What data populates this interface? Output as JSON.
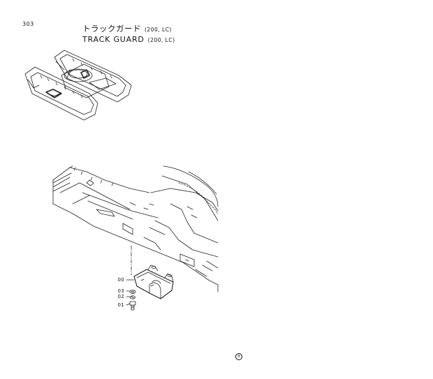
{
  "page": {
    "number": "303"
  },
  "title": {
    "japanese": "トラックガード",
    "english": "TRACK GUARD",
    "variant": "(200, LC)"
  },
  "callouts": [
    {
      "label": "00"
    },
    {
      "label": "03"
    },
    {
      "label": "02"
    },
    {
      "label": "01"
    }
  ],
  "footer": {
    "mark": "®"
  }
}
